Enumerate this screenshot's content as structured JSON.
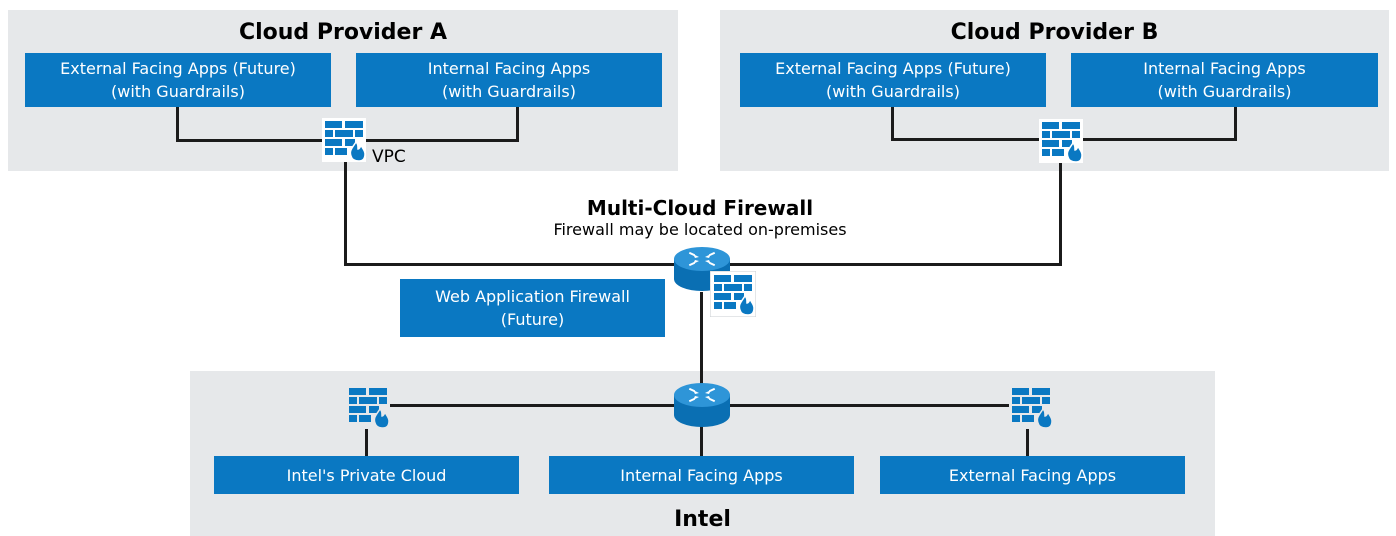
{
  "colors": {
    "box": "#0a78c2",
    "region": "#e6e8ea",
    "line": "#1b1b1b",
    "router": "#0a78c2"
  },
  "icons": {
    "firewall": "firewall-icon",
    "router": "router-icon"
  },
  "cloud_a": {
    "title": "Cloud Provider A",
    "external_apps": {
      "line1": "External Facing Apps (Future)",
      "line2": "(with Guardrails)"
    },
    "internal_apps": {
      "line1": "Internal Facing Apps",
      "line2": "(with Guardrails)"
    },
    "vpc_label": "VPC"
  },
  "cloud_b": {
    "title": "Cloud Provider B",
    "external_apps": {
      "line1": "External Facing Apps (Future)",
      "line2": "(with Guardrails)"
    },
    "internal_apps": {
      "line1": "Internal Facing Apps",
      "line2": "(with Guardrails)"
    }
  },
  "multi_cloud": {
    "title": "Multi-Cloud Firewall",
    "subtitle": "Firewall may be located on-premises"
  },
  "waf": {
    "line1": "Web Application Firewall",
    "line2": "(Future)"
  },
  "intel": {
    "title": "Intel",
    "private_cloud": "Intel's Private Cloud",
    "internal_apps": "Internal Facing Apps",
    "external_apps": "External Facing Apps"
  }
}
